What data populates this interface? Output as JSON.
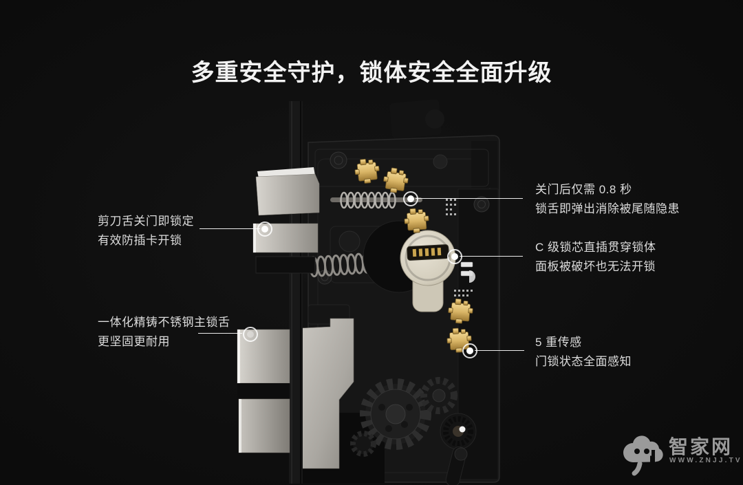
{
  "page": {
    "background": "#0d0d0d",
    "line_color": "#ffffff"
  },
  "title": {
    "text": "多重安全守护，锁体安全全面升级"
  },
  "callouts": {
    "left": [
      {
        "line1": "剪刀舌关门即锁定",
        "line2": "有效防插卡开锁"
      },
      {
        "line1": "一体化精铸不锈钢主锁舌",
        "line2": "更坚固更耐用"
      }
    ],
    "right": [
      {
        "line1": "关门后仅需 0.8 秒",
        "line2": "锁舌即弹出消除被尾随隐患"
      },
      {
        "line1": "C 级锁芯直插贯穿锁体",
        "line2": "面板被破坏也无法开锁"
      },
      {
        "line1": "5 重传感",
        "line2": "门锁状态全面感知"
      }
    ]
  },
  "illustration": {
    "subject": "smart-door-lock-body-exploded-view",
    "colors": {
      "gold_sensor": "#d9b566",
      "steel_latch": "#bcb9b3",
      "lock_cylinder": "#d8d2c2",
      "lock_body": "#161616"
    }
  },
  "watermark": {
    "icon": "cloud-face-icon",
    "brand": "智家网",
    "url": "WWW.ZNJJ.TV",
    "color": "#9a9a9a"
  }
}
